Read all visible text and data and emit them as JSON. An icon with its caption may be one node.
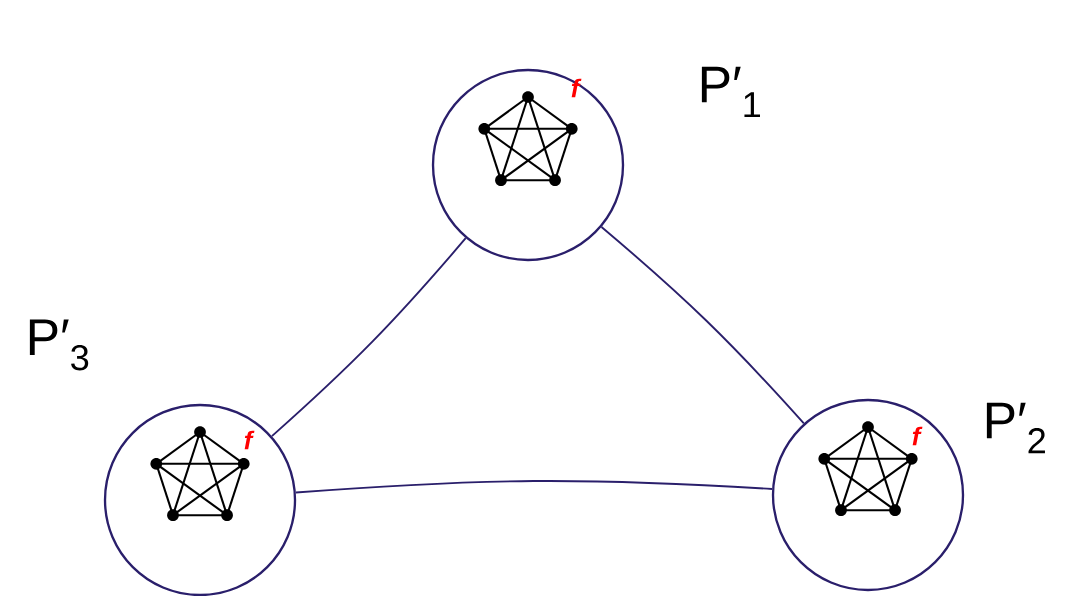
{
  "diagram": {
    "nodes": [
      {
        "text": [
          "f"
        ],
        "beside": [
          "P′$_{1}$"
        ]
      },
      {
        "text": [
          "f"
        ],
        "beside": [
          "P′$_{3}$"
        ]
      },
      {
        "text": [
          "f"
        ],
        "beside": [
          "P′$_{2}$"
        ]
      }
    ],
    "edges": [
      {
        "from": 0,
        "to": 1,
        "arrow": "none"
      },
      {
        "from": 0,
        "to": 2,
        "arrow": "none"
      },
      {
        "from": 1,
        "to": 2,
        "arrow": "none"
      }
    ]
  }
}
